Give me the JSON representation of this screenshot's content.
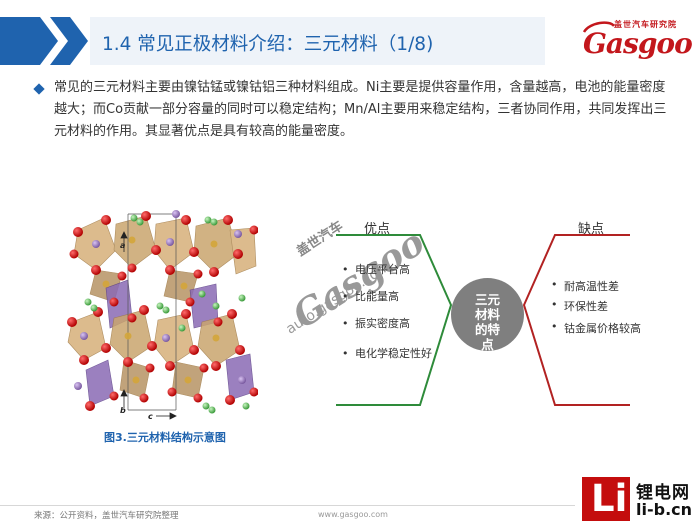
{
  "header": {
    "title": "1.4 常见正极材料介绍：三元材料（1/8)",
    "band_color": "#1f63ae"
  },
  "brand": {
    "cn": "盖世汽车研究院",
    "en": "Gasgoo",
    "color": "#c3171c"
  },
  "intro": {
    "text": "常见的三元材料主要由镍钴锰或镍钴铝三种材料组成。Ni主要是提供容量作用，含量越高，电池的能量密度越大；而Co贡献一部分容量的同时可以稳定结构；Mn/Al主要用来稳定结构，三者协同作用，共同发挥出三元材料的作用。其显著优点是具有较高的能量密度。"
  },
  "figure": {
    "caption": "图3.三元材料结构示意图",
    "axis_a": "a",
    "axis_b": "b",
    "axis_c": "c"
  },
  "diagram": {
    "center_text": "三元材料的特点",
    "advantages_title": "优点",
    "advantages": [
      "电压平台高",
      "比能量高",
      "振实密度高",
      "电化学稳定性好"
    ],
    "disadvantages_title": "缺点",
    "disadvantages": [
      "耐高温性差",
      "环保性差",
      "钴金属价格较高"
    ],
    "adv_color": "#2e8b3a",
    "dis_color": "#b22222",
    "center_color": "#7f7f7f"
  },
  "watermark": {
    "cn": "盖世汽车",
    "en": "Gasgoo",
    "url": "auto.gasgoo.com"
  },
  "footer": {
    "source": "来源：公开资料，盖世汽车研究院整理",
    "url": "www.gasgoo.com",
    "li_cn": "锂电网",
    "li_en": "li-b.cn"
  }
}
